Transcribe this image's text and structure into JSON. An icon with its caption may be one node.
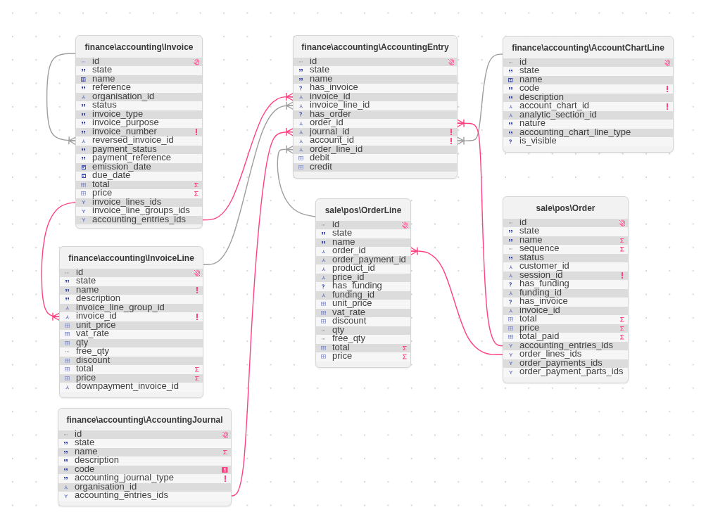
{
  "diagram": {
    "nodes": [
      {
        "text": [
          "finance\\accounting\\Invoice"
        ]
      },
      {
        "text": [
          "id"
        ],
        "in": 0
      },
      {
        "text": [
          "state"
        ],
        "in": 0
      },
      {
        "text": [
          "name"
        ],
        "in": 0
      },
      {
        "text": [
          "reference"
        ],
        "in": 0
      },
      {
        "text": [
          "organisation_id"
        ],
        "in": 0
      },
      {
        "text": [
          "status"
        ],
        "in": 0
      },
      {
        "text": [
          "invoice_type"
        ],
        "in": 0
      },
      {
        "text": [
          "invoice_purpose"
        ],
        "in": 0
      },
      {
        "text": [
          "invoice_number"
        ],
        "in": 0
      },
      {
        "text": [
          "reversed_invoice_id"
        ],
        "in": 0
      },
      {
        "text": [
          "payment_status"
        ],
        "in": 0
      },
      {
        "text": [
          "payment_reference"
        ],
        "in": 0
      },
      {
        "text": [
          "emission_date"
        ],
        "in": 0
      },
      {
        "text": [
          "due_date"
        ],
        "in": 0
      },
      {
        "text": [
          "total"
        ],
        "in": 0
      },
      {
        "text": [
          "price"
        ],
        "in": 0
      },
      {
        "text": [
          "invoice_lines_ids"
        ],
        "in": 0
      },
      {
        "text": [
          "invoice_line_groups_ids"
        ],
        "in": 0
      },
      {
        "text": [
          "accounting_entries_ids"
        ],
        "in": 0
      },
      {
        "text": [
          "finance\\accounting\\AccountingEntry"
        ]
      },
      {
        "text": [
          "id"
        ],
        "in": 20
      },
      {
        "text": [
          "state"
        ],
        "in": 20
      },
      {
        "text": [
          "name"
        ],
        "in": 20
      },
      {
        "text": [
          "has_invoice"
        ],
        "in": 20
      },
      {
        "text": [
          "invoice_id"
        ],
        "in": 20
      },
      {
        "text": [
          "invoice_line_id"
        ],
        "in": 20
      },
      {
        "text": [
          "has_order"
        ],
        "in": 20
      },
      {
        "text": [
          "order_id"
        ],
        "in": 20
      },
      {
        "text": [
          "journal_id"
        ],
        "in": 20
      },
      {
        "text": [
          "account_id"
        ],
        "in": 20
      },
      {
        "text": [
          "order_line_id"
        ],
        "in": 20
      },
      {
        "text": [
          "debit"
        ],
        "in": 20
      },
      {
        "text": [
          "credit"
        ],
        "in": 20
      },
      {
        "text": [
          "finance\\accounting\\AccountChartLine"
        ]
      },
      {
        "text": [
          "id"
        ],
        "in": 34
      },
      {
        "text": [
          "state"
        ],
        "in": 34
      },
      {
        "text": [
          "name"
        ],
        "in": 34
      },
      {
        "text": [
          "code"
        ],
        "in": 34
      },
      {
        "text": [
          "description"
        ],
        "in": 34
      },
      {
        "text": [
          "account_chart_id"
        ],
        "in": 34
      },
      {
        "text": [
          "analytic_section_id"
        ],
        "in": 34
      },
      {
        "text": [
          "nature"
        ],
        "in": 34
      },
      {
        "text": [
          "accounting_chart_line_type"
        ],
        "in": 34
      },
      {
        "text": [
          "is_visible"
        ],
        "in": 34
      },
      {
        "text": [
          "finance\\accounting\\InvoiceLine"
        ]
      },
      {
        "text": [
          "id"
        ],
        "in": 45
      },
      {
        "text": [
          "state"
        ],
        "in": 45
      },
      {
        "text": [
          "name"
        ],
        "in": 45
      },
      {
        "text": [
          "description"
        ],
        "in": 45
      },
      {
        "text": [
          "invoice_line_group_id"
        ],
        "in": 45
      },
      {
        "text": [
          "invoice_id"
        ],
        "in": 45
      },
      {
        "text": [
          "unit_price"
        ],
        "in": 45
      },
      {
        "text": [
          "vat_rate"
        ],
        "in": 45
      },
      {
        "text": [
          "qty"
        ],
        "in": 45
      },
      {
        "text": [
          "free_qty"
        ],
        "in": 45
      },
      {
        "text": [
          "discount"
        ],
        "in": 45
      },
      {
        "text": [
          "total"
        ],
        "in": 45
      },
      {
        "text": [
          "price"
        ],
        "in": 45
      },
      {
        "text": [
          "downpayment_invoice_id"
        ],
        "in": 45
      },
      {
        "text": [
          "sale\\pos\\OrderLine"
        ]
      },
      {
        "text": [
          "id"
        ],
        "in": 60
      },
      {
        "text": [
          "state"
        ],
        "in": 60
      },
      {
        "text": [
          "name"
        ],
        "in": 60
      },
      {
        "text": [
          "order_id"
        ],
        "in": 60
      },
      {
        "text": [
          "order_payment_id"
        ],
        "in": 60
      },
      {
        "text": [
          "product_id"
        ],
        "in": 60
      },
      {
        "text": [
          "price_id"
        ],
        "in": 60
      },
      {
        "text": [
          "has_funding"
        ],
        "in": 60
      },
      {
        "text": [
          "funding_id"
        ],
        "in": 60
      },
      {
        "text": [
          "unit_price"
        ],
        "in": 60
      },
      {
        "text": [
          "vat_rate"
        ],
        "in": 60
      },
      {
        "text": [
          "discount"
        ],
        "in": 60
      },
      {
        "text": [
          "qty"
        ],
        "in": 60
      },
      {
        "text": [
          "free_qty"
        ],
        "in": 60
      },
      {
        "text": [
          "total"
        ],
        "in": 60
      },
      {
        "text": [
          "price"
        ],
        "in": 60
      },
      {
        "text": [
          "sale\\pos\\Order"
        ]
      },
      {
        "text": [
          "id"
        ],
        "in": 77
      },
      {
        "text": [
          "state"
        ],
        "in": 77
      },
      {
        "text": [
          "name"
        ],
        "in": 77
      },
      {
        "text": [
          "sequence"
        ],
        "in": 77
      },
      {
        "text": [
          "status"
        ],
        "in": 77
      },
      {
        "text": [
          "customer_id"
        ],
        "in": 77
      },
      {
        "text": [
          "session_id"
        ],
        "in": 77
      },
      {
        "text": [
          "has_funding"
        ],
        "in": 77
      },
      {
        "text": [
          "funding_id"
        ],
        "in": 77
      },
      {
        "text": [
          "has_invoice"
        ],
        "in": 77
      },
      {
        "text": [
          "invoice_id"
        ],
        "in": 77
      },
      {
        "text": [
          "total"
        ],
        "in": 77
      },
      {
        "text": [
          "price"
        ],
        "in": 77
      },
      {
        "text": [
          "total_paid"
        ],
        "in": 77
      },
      {
        "text": [
          "accounting_entries_ids"
        ],
        "in": 77
      },
      {
        "text": [
          "order_lines_ids"
        ],
        "in": 77
      },
      {
        "text": [
          "order_payments_ids"
        ],
        "in": 77
      },
      {
        "text": [
          "order_payment_parts_ids"
        ],
        "in": 77
      },
      {
        "text": [
          "finance\\accounting\\AccountingJournal"
        ]
      },
      {
        "text": [
          "id"
        ],
        "in": 96
      },
      {
        "text": [
          "state"
        ],
        "in": 96
      },
      {
        "text": [
          "name"
        ],
        "in": 96
      },
      {
        "text": [
          "description"
        ],
        "in": 96
      },
      {
        "text": [
          "code"
        ],
        "in": 96
      },
      {
        "text": [
          "accounting_journal_type"
        ],
        "in": 96
      },
      {
        "text": [
          "organisation_id"
        ],
        "in": 96
      },
      {
        "text": [
          "accounting_entries_ids"
        ],
        "in": 96
      }
    ],
    "edges": [
      {
        "from": 0,
        "to": 10,
        "arrow": "other",
        "color": "#9e9e9e"
      },
      {
        "from": 17,
        "to": 51,
        "arrow": "other"
      },
      {
        "from": 19,
        "to": 25,
        "arrow": "other"
      },
      {
        "from": 45,
        "to": 26,
        "arrow": "other",
        "color": "#9e9e9e"
      },
      {
        "from": 60,
        "to": 31,
        "arrow": "other",
        "color": "#9e9e9e"
      },
      {
        "from": 34,
        "to": 30,
        "arrow": "other",
        "color": "#9e9e9e"
      },
      {
        "from": 104,
        "to": 29,
        "arrow": "other"
      },
      {
        "from": 92,
        "to": 28,
        "arrow": "other"
      },
      {
        "from": 93,
        "to": 64,
        "arrow": "other"
      }
    ]
  }
}
